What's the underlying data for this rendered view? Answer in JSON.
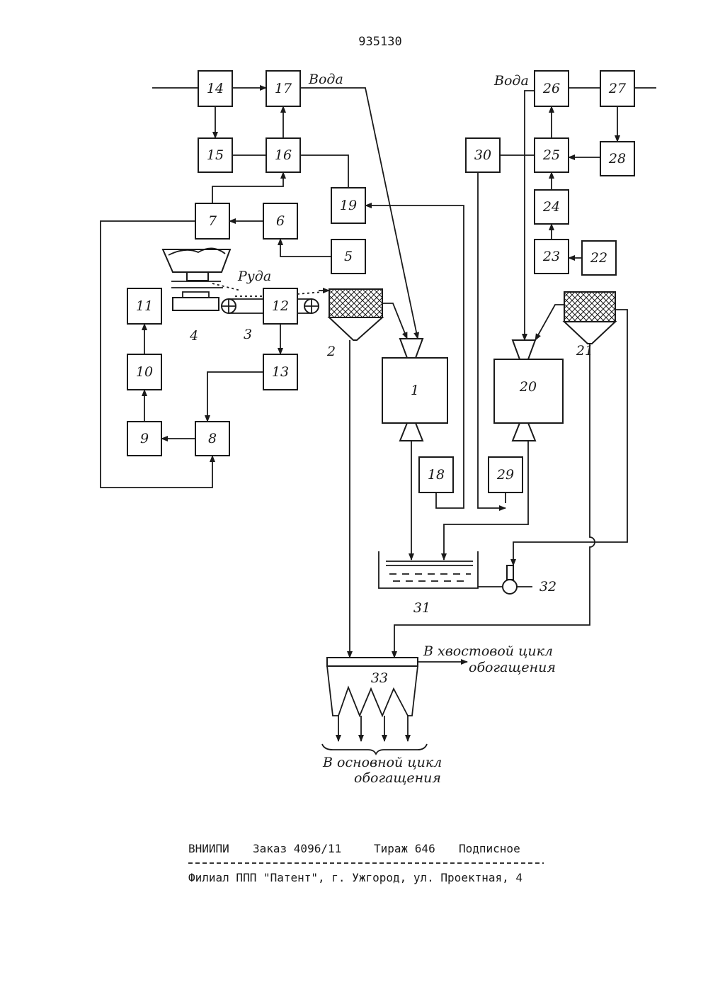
{
  "patent_number": "935130",
  "labels": {
    "water_left": "Вода",
    "water_right": "Вода",
    "ore": "Руда",
    "to_tail_line1": "В хвостовой цикл",
    "to_tail_line2": "обогащения",
    "to_main_line1": "В основной цикл",
    "to_main_line2": "обогащения"
  },
  "blocks": [
    "1",
    "2",
    "3",
    "4",
    "5",
    "6",
    "7",
    "8",
    "9",
    "10",
    "11",
    "12",
    "13",
    "14",
    "15",
    "16",
    "17",
    "18",
    "19",
    "20",
    "21",
    "22",
    "23",
    "24",
    "25",
    "26",
    "27",
    "28",
    "29",
    "30",
    "31",
    "32",
    "33"
  ],
  "footer": {
    "org": "ВНИИПИ",
    "order": "Заказ 4096/11",
    "circulation": "Тираж 646",
    "type": "Подписное",
    "branch": "Филиал ППП \"Патент\", г. Ужгород, ул. Проектная, 4"
  }
}
